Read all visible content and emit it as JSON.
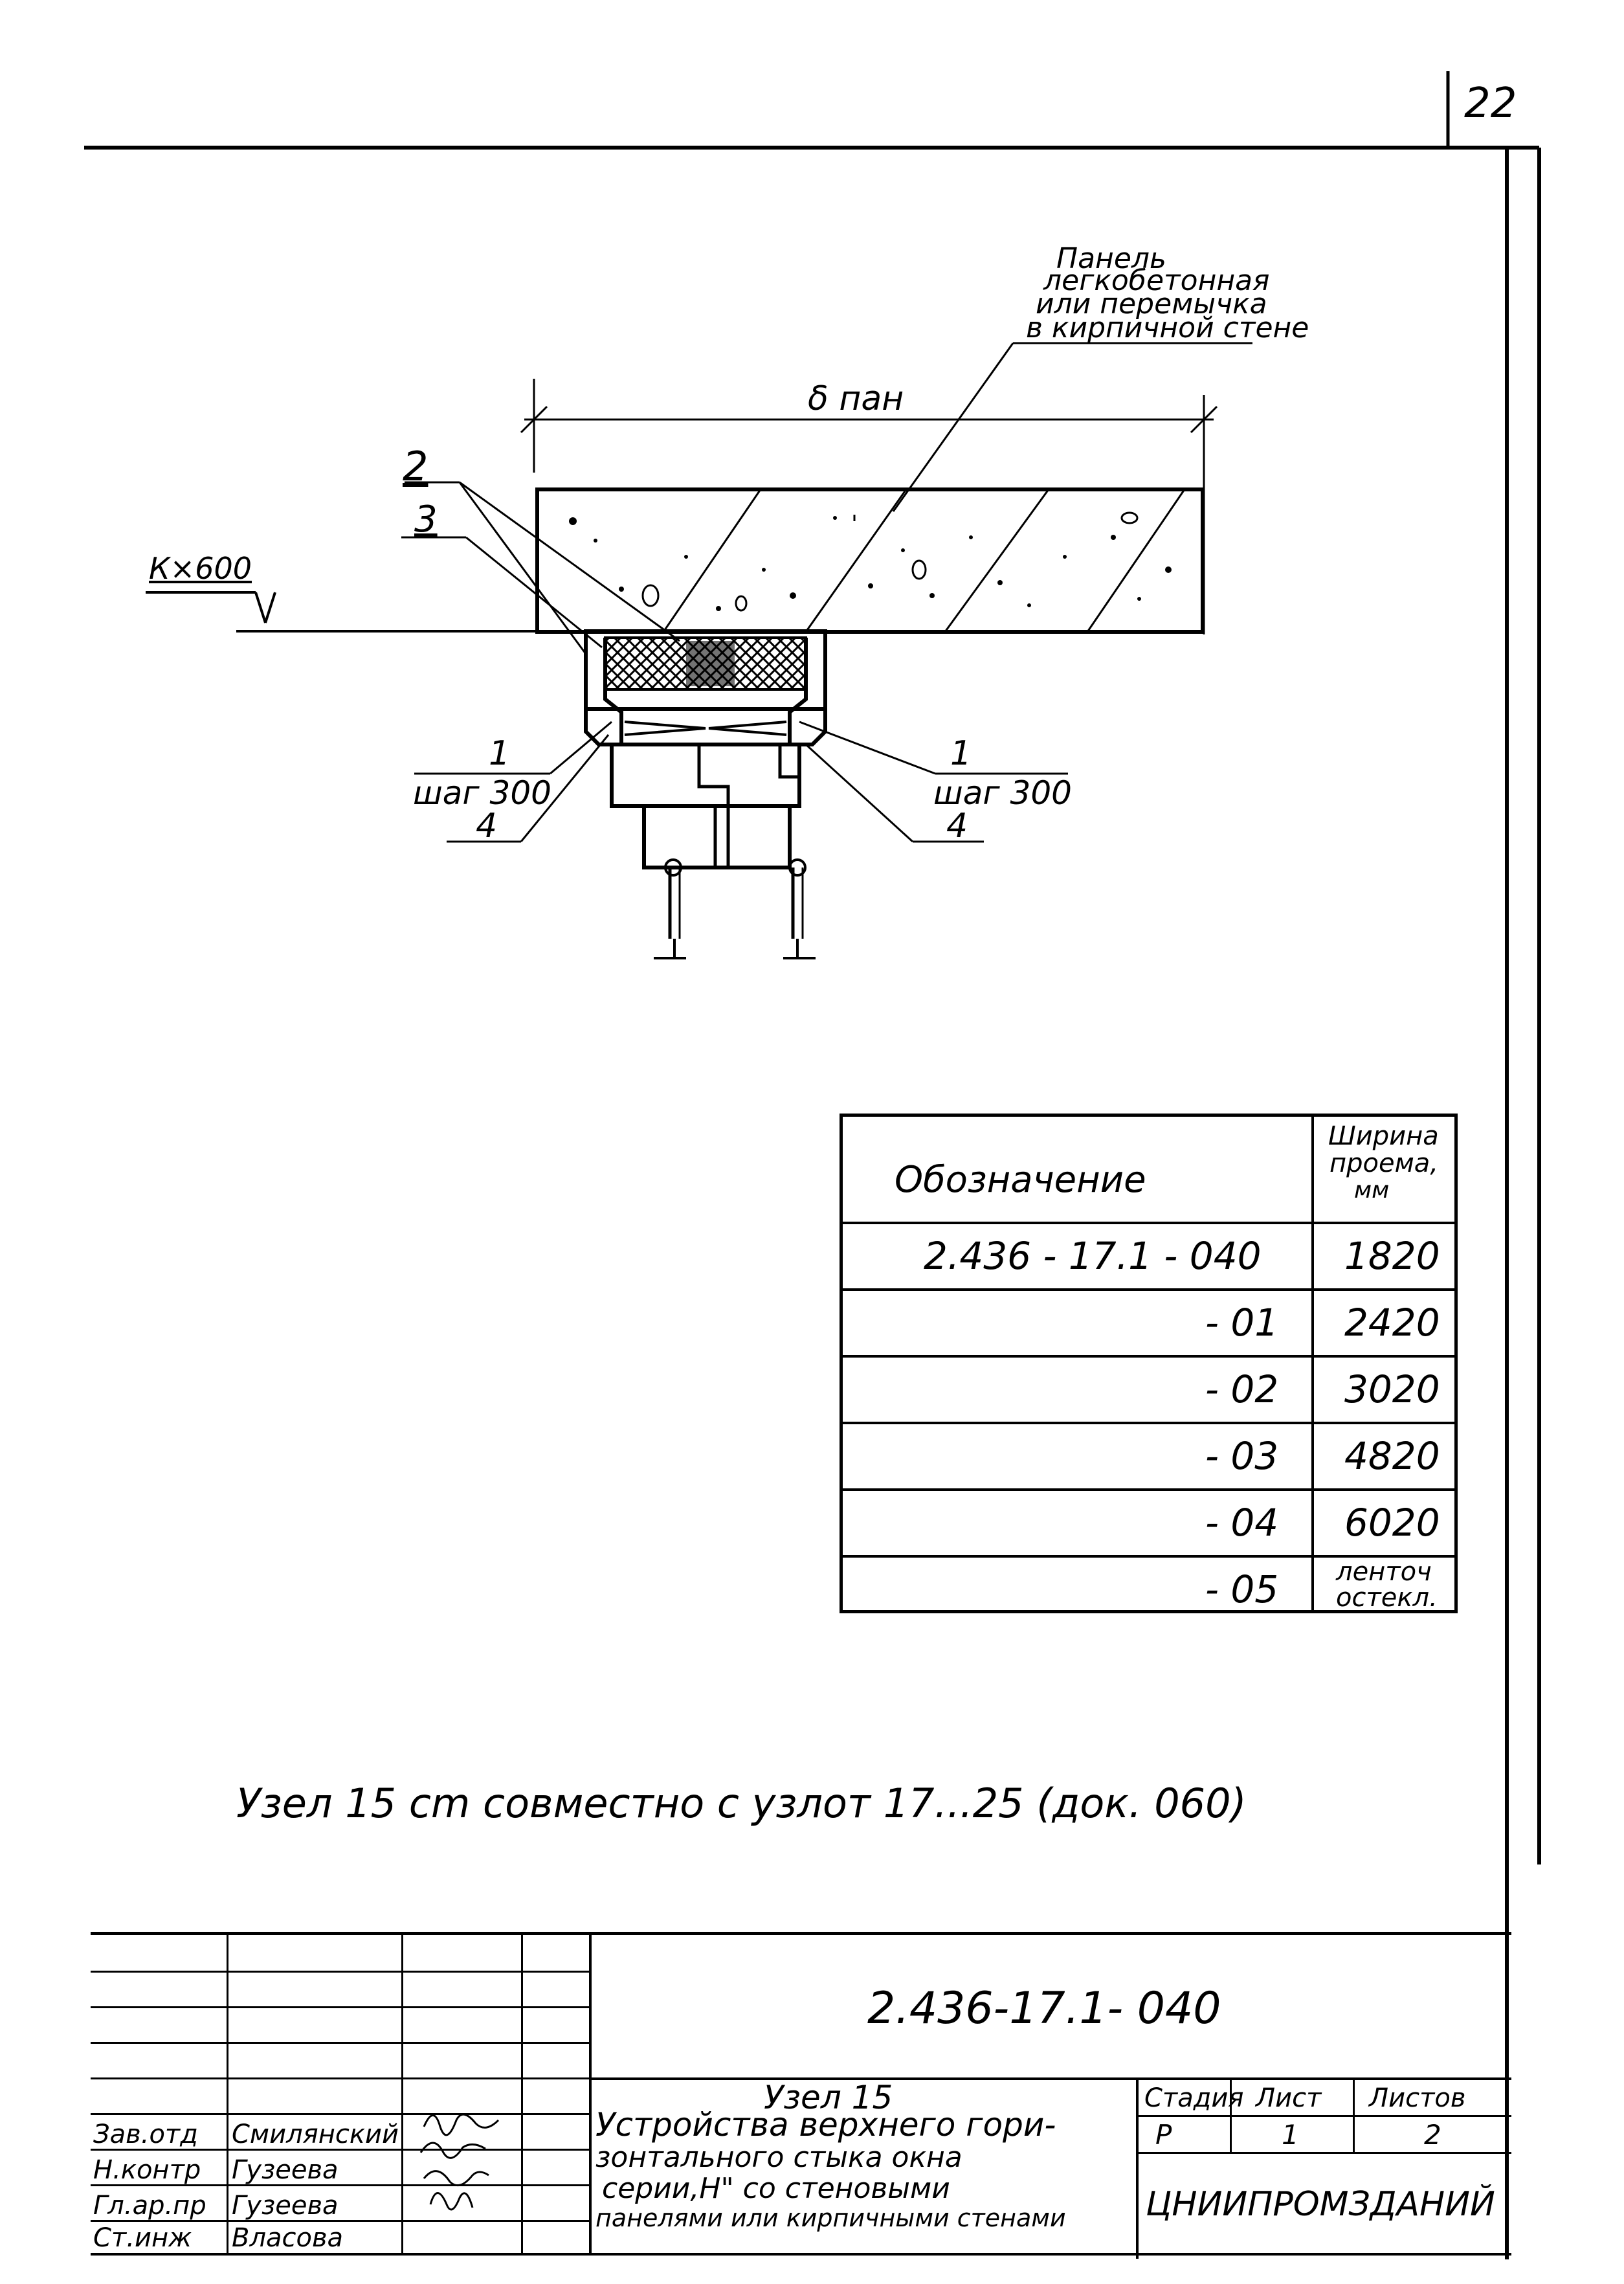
{
  "page": {
    "sheet_number": "22",
    "note": "Узел 15 cm совместно с узлот  17...25 (док. 060)"
  },
  "drawing": {
    "callout_panel": [
      "Панель",
      "легкобетонная",
      "или  перемычка",
      "в кирпичной стене"
    ],
    "dim_width": "δ пан",
    "level_mark": "К×600",
    "marks": {
      "mark_2": "2",
      "mark_3": "3",
      "mark_1_left": "1",
      "mark_1_right": "1",
      "step_left": "шаг 300",
      "step_right": "шаг 300",
      "mark_4_left": "4",
      "mark_4_right": "4"
    }
  },
  "spec_table": {
    "header_designation": "Обозначение",
    "header_width": [
      "Ширина",
      "проема,",
      "мм"
    ],
    "rows": [
      {
        "designation": "2.436 - 17.1 - 040",
        "width": "1820"
      },
      {
        "designation": "- 01",
        "width": "2420"
      },
      {
        "designation": "- 02",
        "width": "3020"
      },
      {
        "designation": "- 03",
        "width": "4820"
      },
      {
        "designation": "- 04",
        "width": "6020"
      },
      {
        "designation": "- 05",
        "width": [
          "ленточ",
          "остекл."
        ]
      }
    ]
  },
  "title_block": {
    "doc_code": "2.436-17.1- 040",
    "title_lines": [
      "Узел 15",
      "Устройства верхнего гори-",
      "зонтального стыка окна",
      "серии,Н\" со стеновыми",
      "панелями или кирпичными стенами"
    ],
    "stage_header": "Стадия",
    "sheet_header": "Лист",
    "sheets_header": "Листов",
    "stage": "Р",
    "sheet": "1",
    "sheets": "2",
    "organization": "ЦНИИПРОМЗДАНИЙ",
    "staff": [
      {
        "role": "Зав.отд",
        "name": "Смилянский"
      },
      {
        "role": "Н.контр",
        "name": "Гузеева"
      },
      {
        "role": "Гл.ар.пр",
        "name": "Гузеева"
      },
      {
        "role": "Ст.инж",
        "name": "Власова"
      }
    ]
  }
}
